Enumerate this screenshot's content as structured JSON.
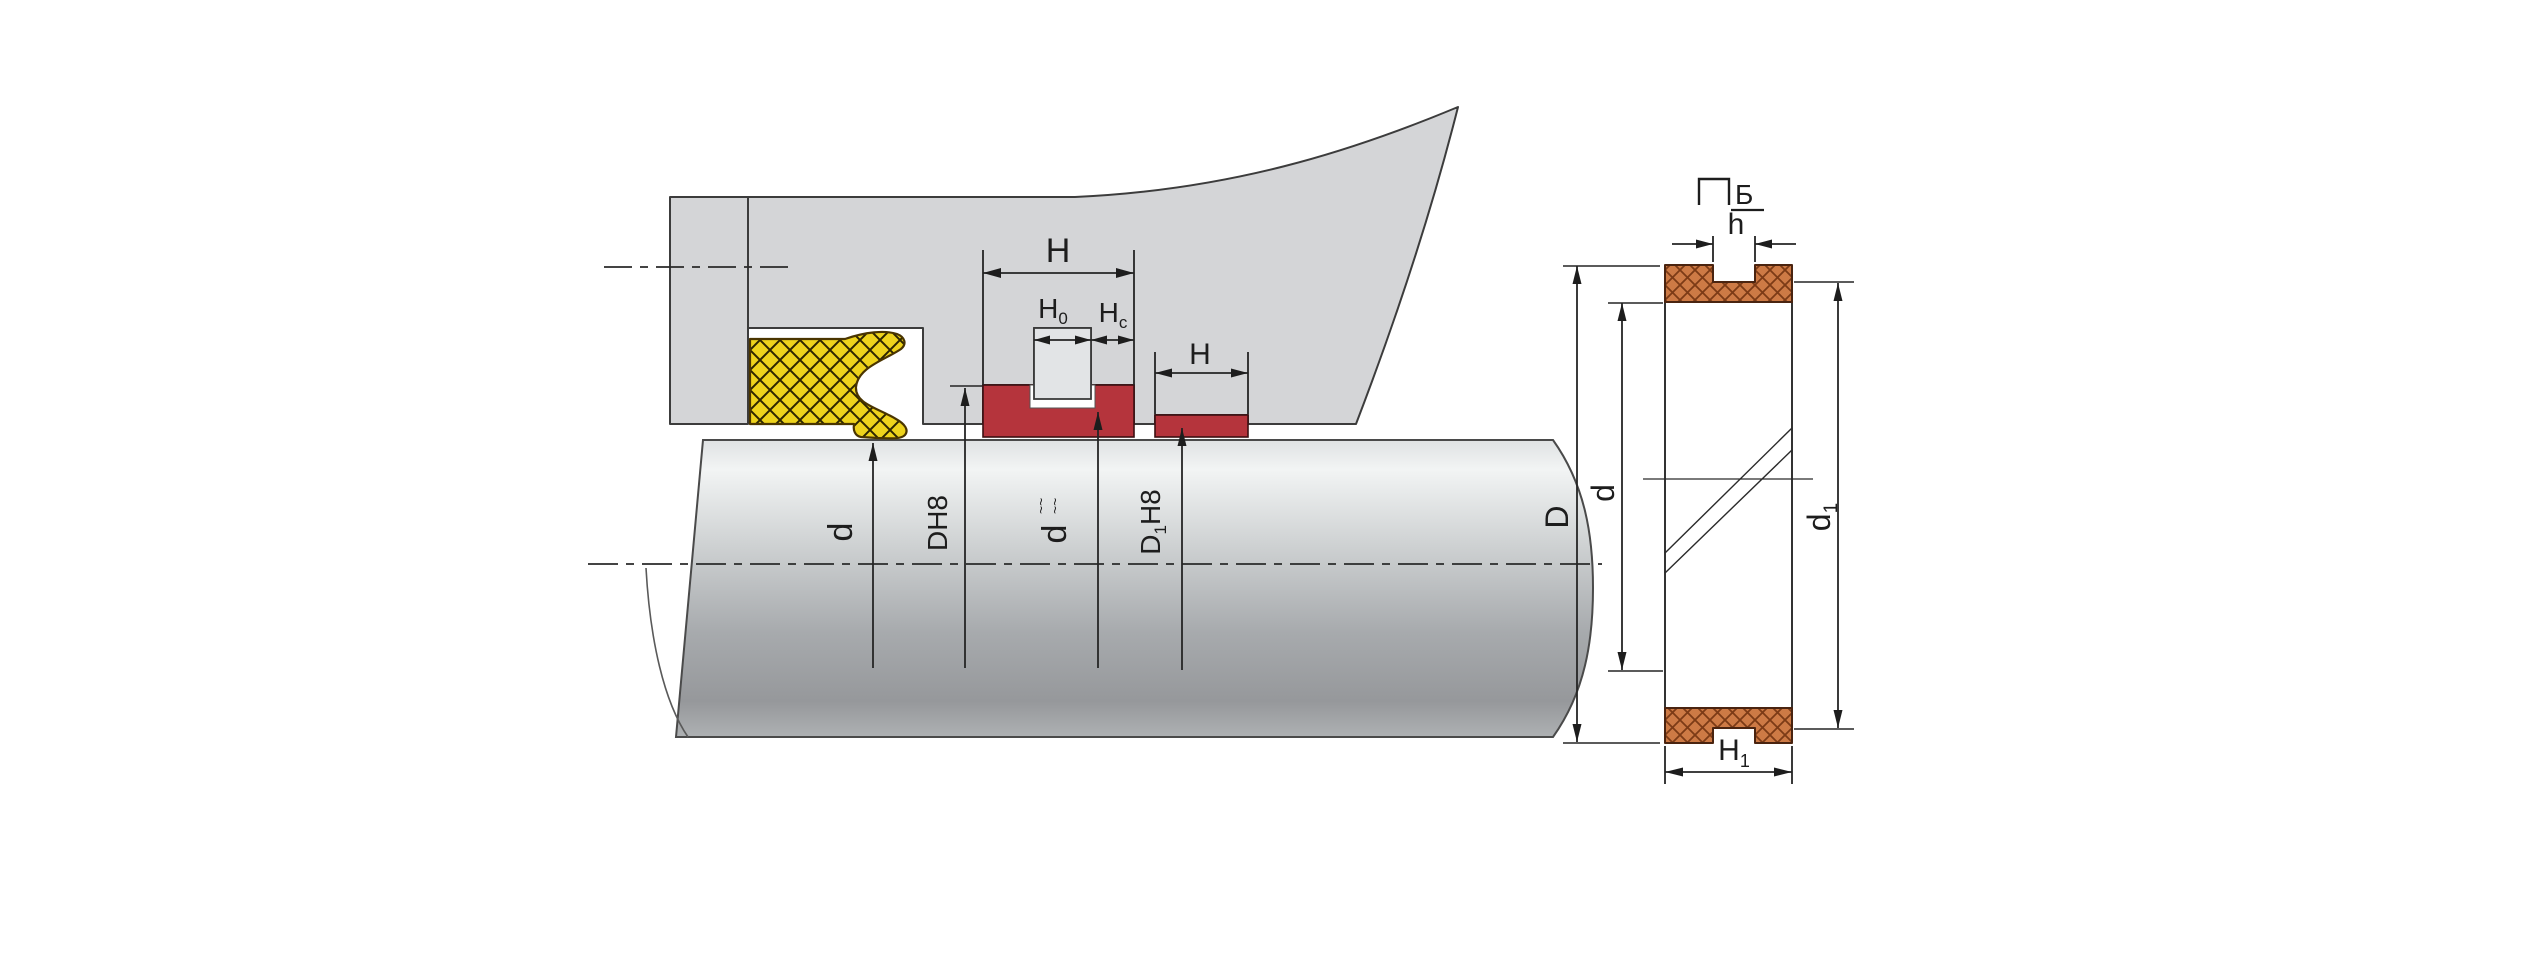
{
  "drawing_type": "seal installation cross-section",
  "colors": {
    "housing": "#d4d5d7",
    "wiper_yellow": "#eed31c",
    "seal_red": "#b5343c",
    "fabric_brown": "#cd7a45",
    "insert_gray": "#e2e4e6",
    "line": "#252525"
  },
  "left_view": {
    "groove_width_label": "H",
    "slot_width": {
      "base": "H",
      "sub": "0"
    },
    "slot_side": {
      "base": "H",
      "sub": "c"
    },
    "strip_width_label": "H",
    "rod_dia_label": "d",
    "groove_dia_label": "DH8",
    "slot_dia_label": "d",
    "slot_dia_tol": [
      "~~",
      "~~"
    ],
    "bore_dia": {
      "base": "D",
      "sub": "1",
      "suffix": "H8"
    }
  },
  "right_view": {
    "datum_label": "Б",
    "notch_width_label": "h",
    "outer_dia_label": "D",
    "inner_dia_label": "d",
    "side_dia": {
      "base": "d",
      "sub": "1"
    },
    "ring_width": {
      "base": "H",
      "sub": "1"
    }
  }
}
